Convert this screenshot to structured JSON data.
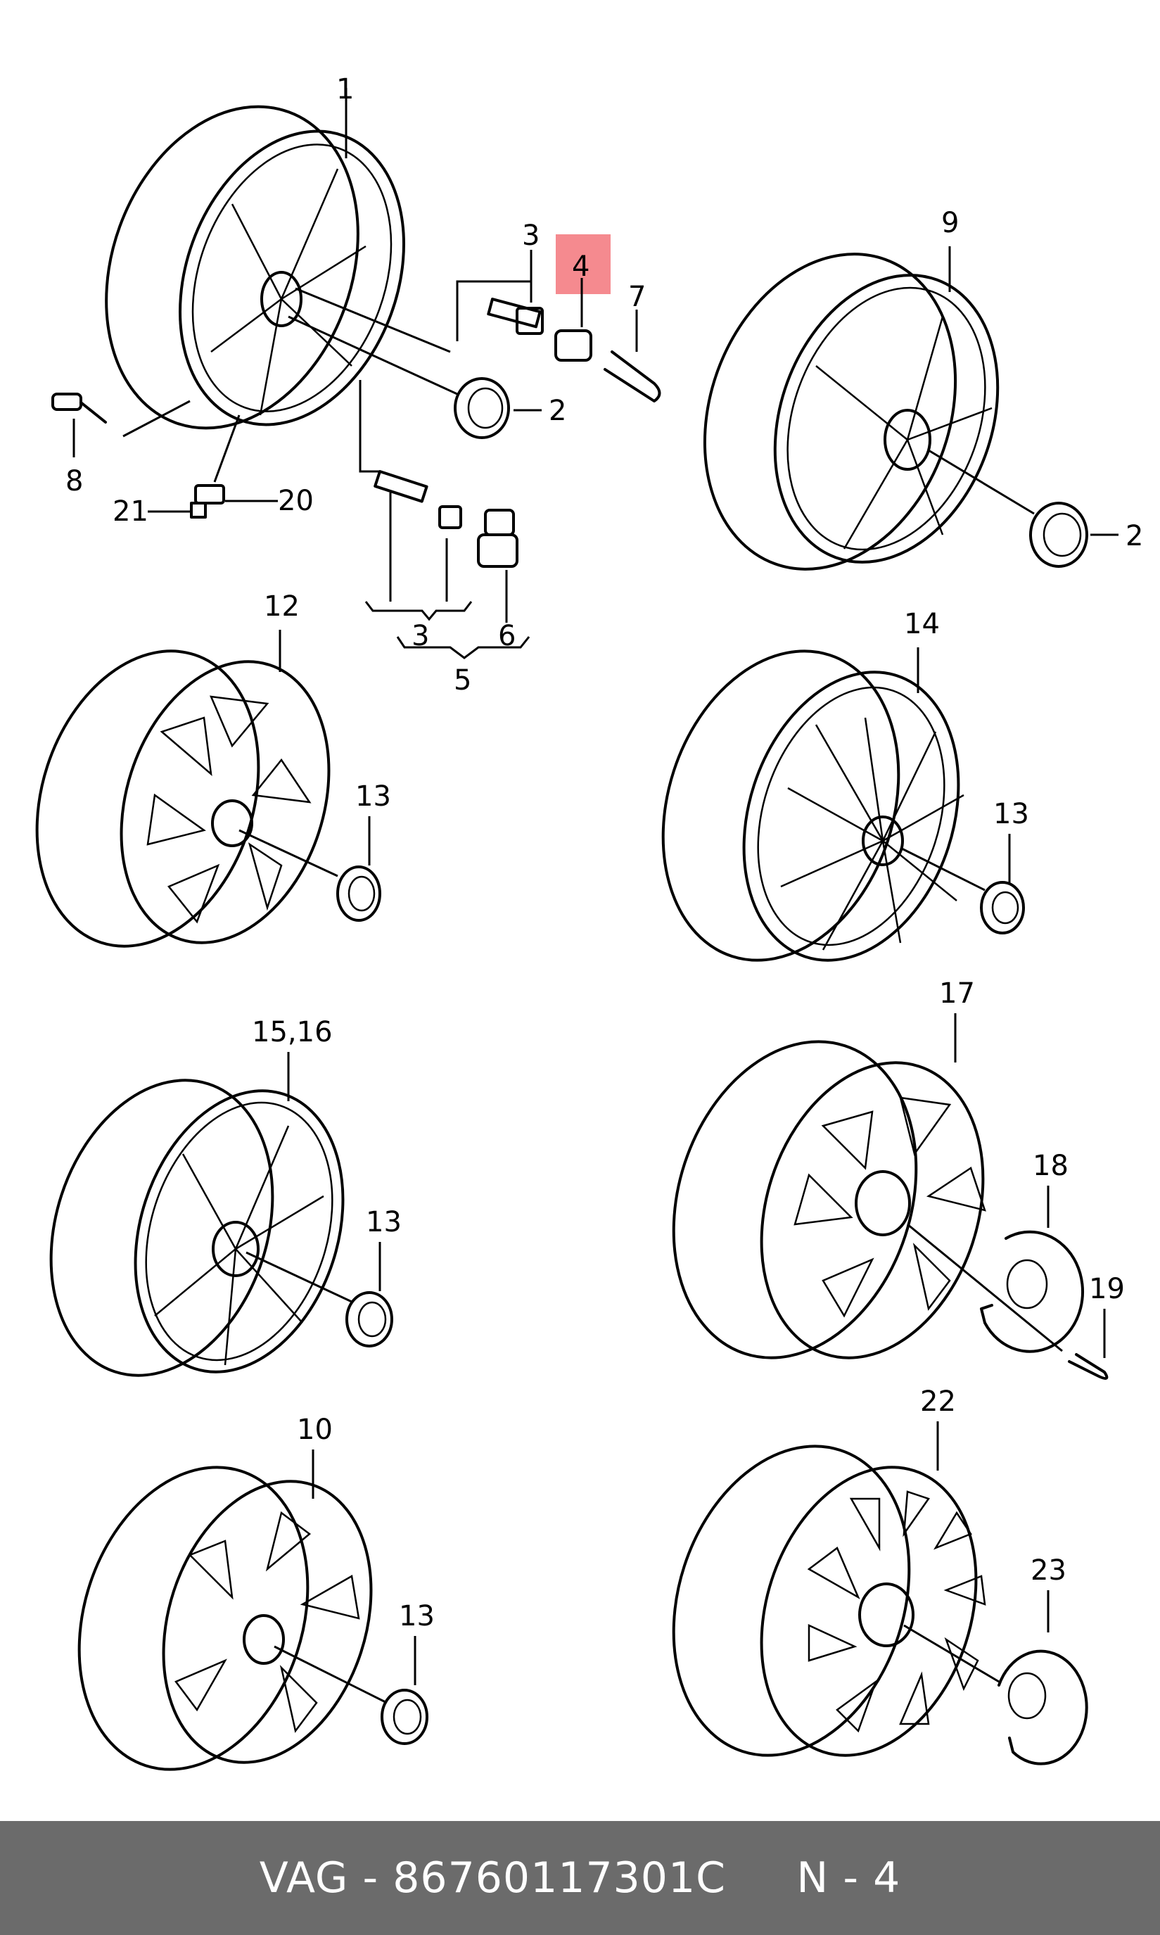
{
  "diagram": {
    "labels": {
      "p1": "1",
      "p2a": "2",
      "p2b": "2",
      "p3a": "3",
      "p3b": "3",
      "p4": "4",
      "p5": "5",
      "p6": "6",
      "p7": "7",
      "p8": "8",
      "p9": "9",
      "p10": "10",
      "p12": "12",
      "p13a": "13",
      "p13b": "13",
      "p13c": "13",
      "p13d": "13",
      "p14": "14",
      "p15_16": "15,16",
      "p17": "17",
      "p18": "18",
      "p19": "19",
      "p20": "20",
      "p21": "21",
      "p22": "22",
      "p23": "23"
    },
    "highlight_color": "#f58a8f"
  },
  "footer": {
    "brand": "VAG",
    "part_number": "86760117301C",
    "page_ref": "N - 4",
    "text": "VAG - 86760117301C     N - 4"
  }
}
